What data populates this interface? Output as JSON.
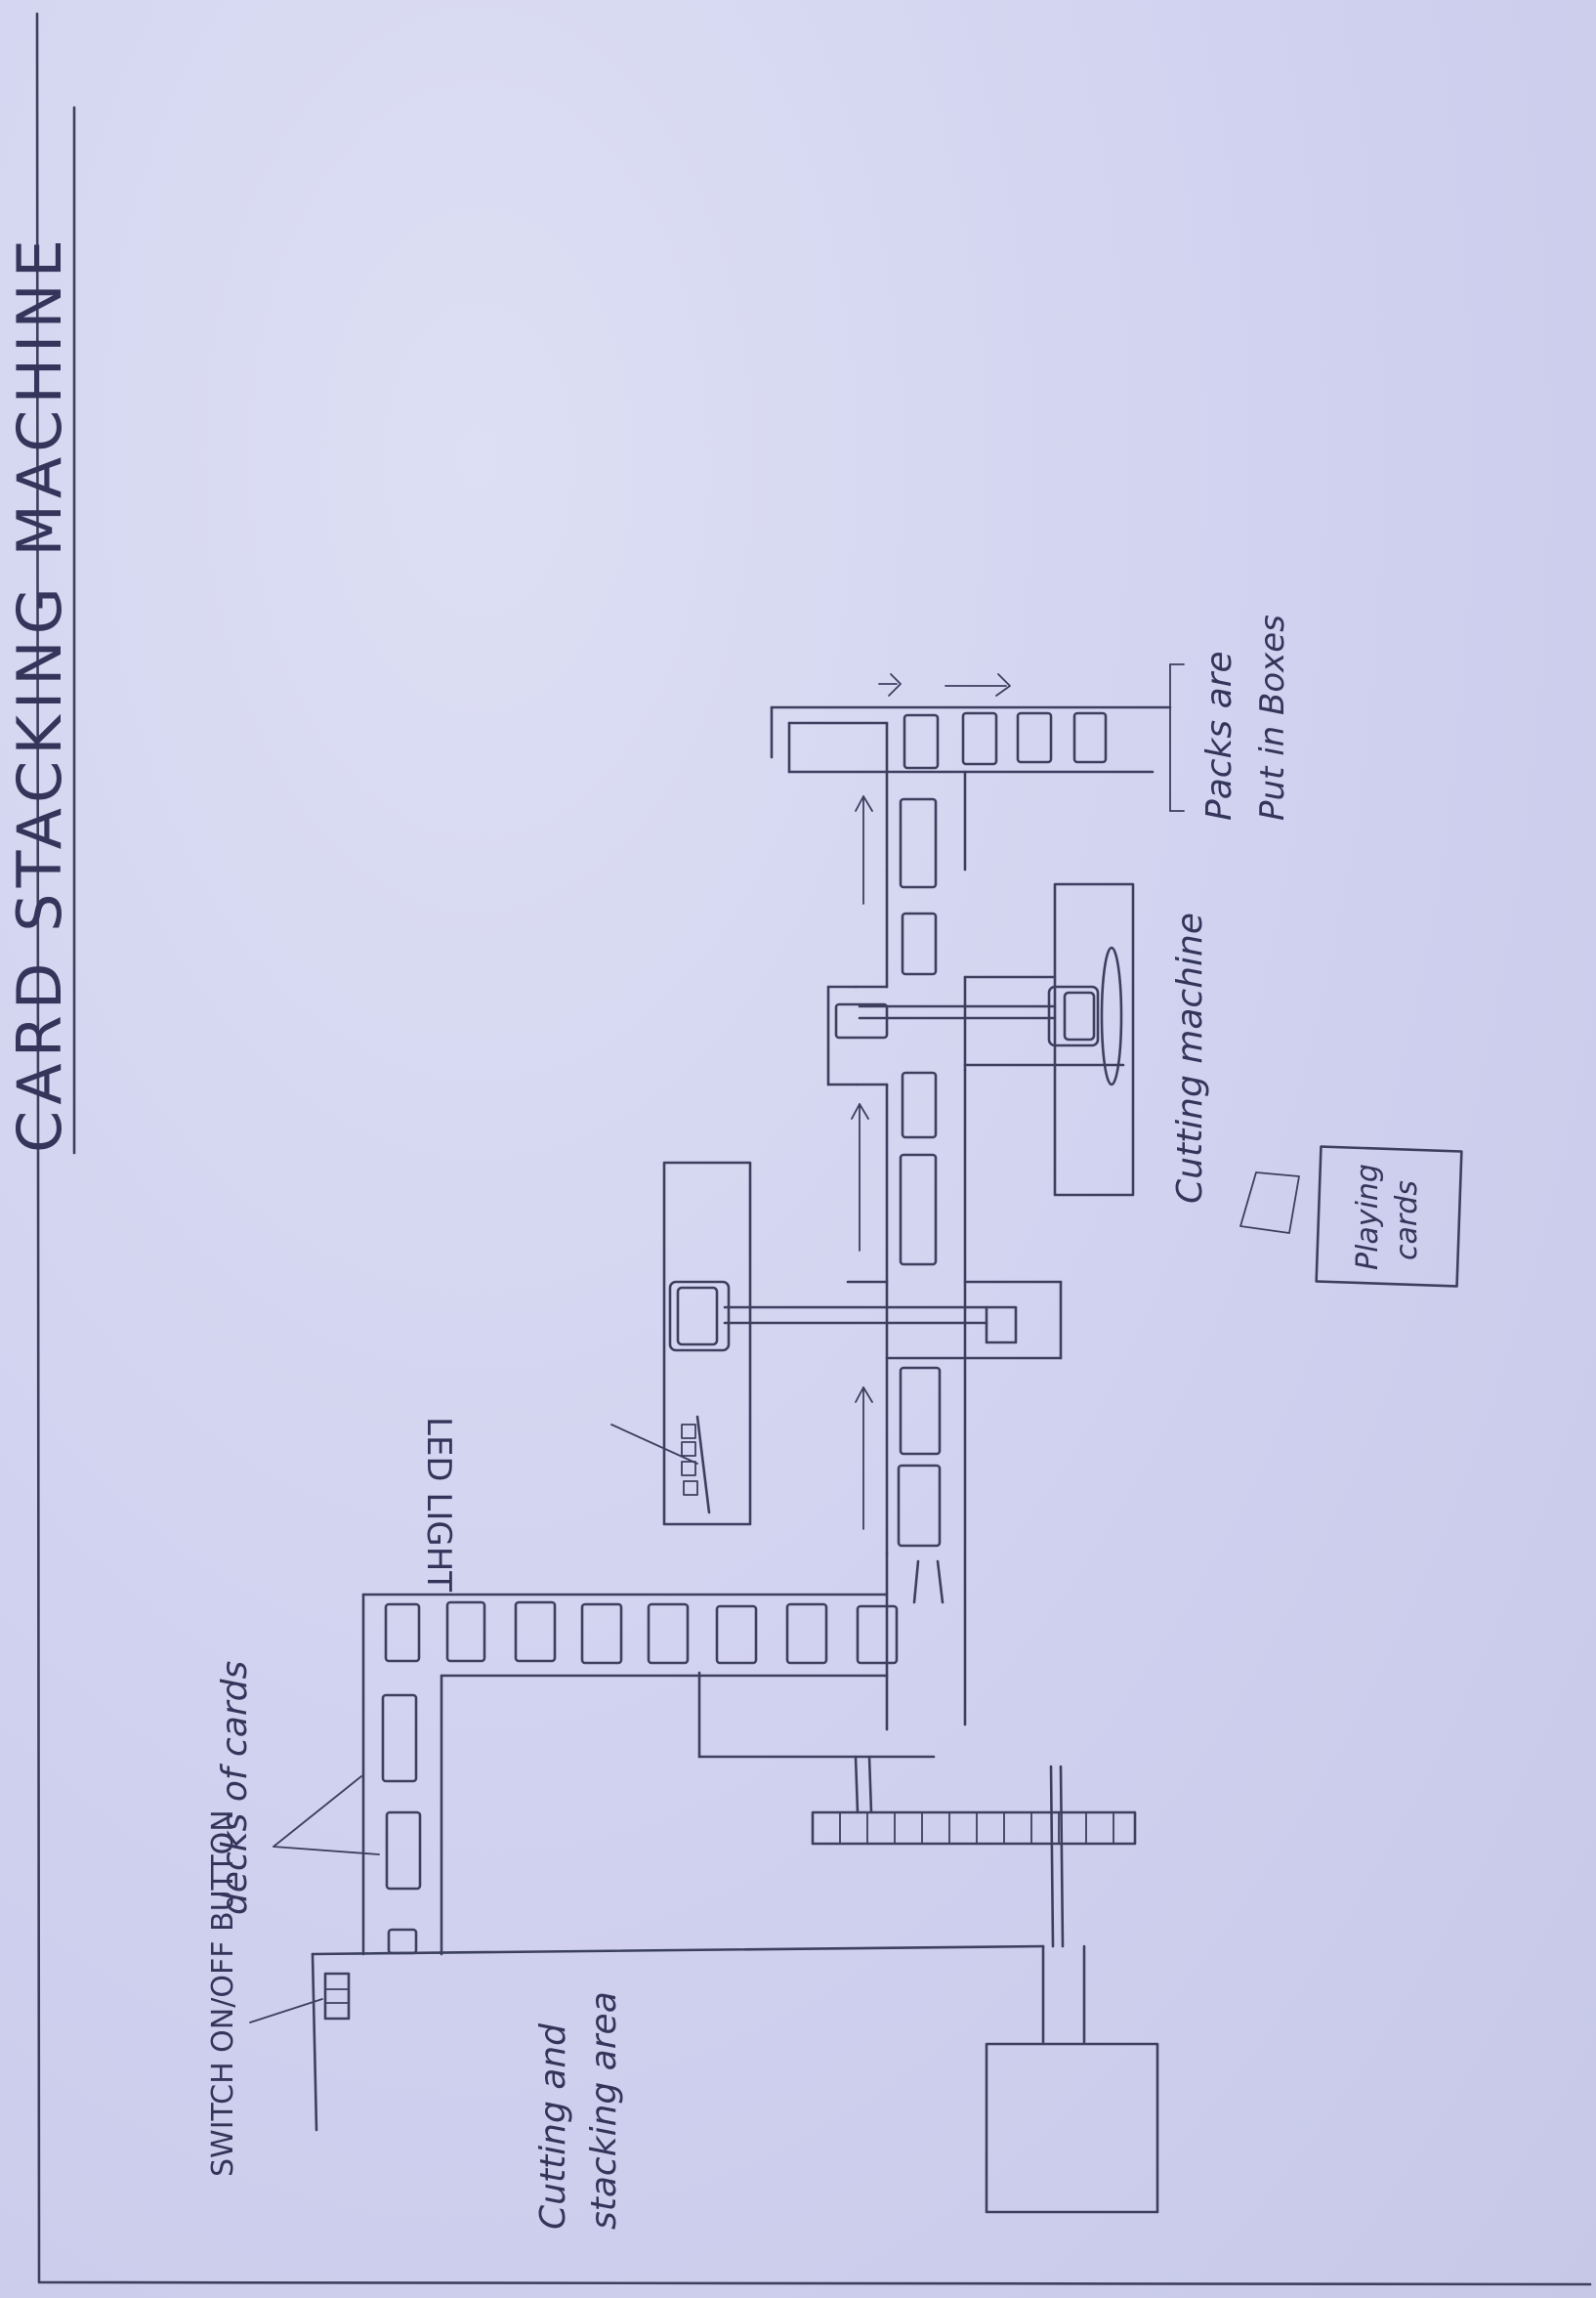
{
  "title": "CARD STACKING MACHINE",
  "labels": {
    "switch": "SWITCH ON/OFF BUTTON",
    "decks": "decks of cards",
    "cutting_area_1": "Cutting and",
    "cutting_area_2": "stacking area",
    "led": "LED LIGHT",
    "cutting_machine": "Cutting machine",
    "packs_1": "Packs are",
    "packs_2": "Put in Boxes",
    "playing_cards_1": "Playing",
    "playing_cards_2": "cards"
  }
}
